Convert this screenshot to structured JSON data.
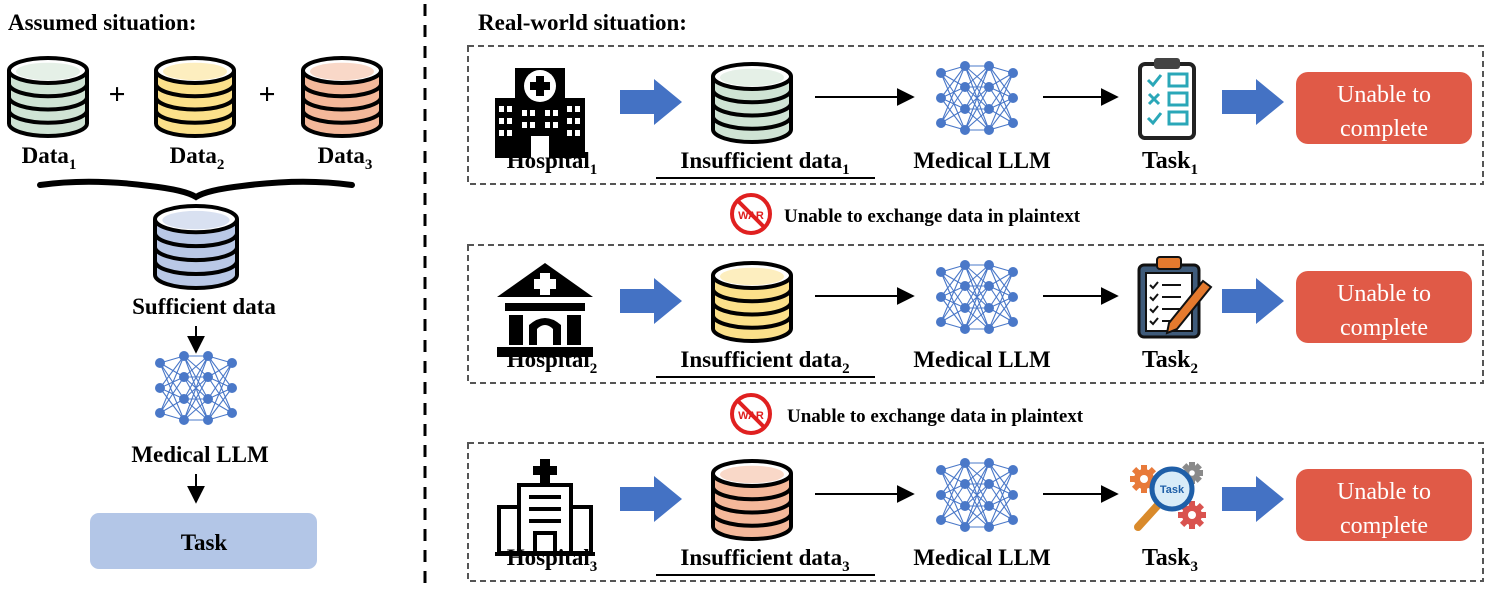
{
  "assumed": {
    "title": "Assumed  situation:",
    "plus_sign": "+",
    "data_items": [
      {
        "label": "Data",
        "sub": "1",
        "color": "#cfe3d4"
      },
      {
        "label": "Data",
        "sub": "2",
        "color": "#fbe08a"
      },
      {
        "label": "Data",
        "sub": "3",
        "color": "#f4b89a"
      }
    ],
    "pooled": {
      "label": "Sufficient data",
      "color": "#b9c8e6"
    },
    "model_label": "Medical LLM",
    "task_label": "Task",
    "task_color": "#b3c6e7"
  },
  "real": {
    "title": "Real-world situation:",
    "rows": [
      {
        "hospital": "Hospital",
        "sub": "1",
        "data": "Insufficient data",
        "data_sub": "1",
        "data_color": "#cfe3d4",
        "model": "Medical LLM",
        "task": "Task",
        "task_sub": "1",
        "task_icon": "clipboard-checklist-icon",
        "outcome_line1": "Unable to",
        "outcome_line2": "complete"
      },
      {
        "hospital": "Hospital",
        "sub": "2",
        "data": "Insufficient data",
        "data_sub": "2",
        "data_color": "#fbe08a",
        "model": "Medical LLM",
        "task": "Task",
        "task_sub": "2",
        "task_icon": "clipboard-pencil-icon",
        "outcome_line1": "Unable to",
        "outcome_line2": "complete"
      },
      {
        "hospital": "Hospital",
        "sub": "3",
        "data": "Insufficient data",
        "data_sub": "3",
        "data_color": "#f4b89a",
        "model": "Medical LLM",
        "task": "Task",
        "task_sub": "3",
        "task_icon": "task-magnifier-gears-icon",
        "outcome_line1": "Unable to",
        "outcome_line2": "complete"
      }
    ],
    "warnings": [
      {
        "badge": "WAR",
        "text": "Unable to exchange data in plaintext"
      },
      {
        "badge": "WAR",
        "text": "Unable to exchange data in plaintext"
      }
    ],
    "magnifier_text": "Task"
  },
  "colors": {
    "arrow_blue": "#4472c4",
    "outcome_red": "#e05a47",
    "net_blue": "#4a78c8",
    "warn_red": "#e02020"
  }
}
